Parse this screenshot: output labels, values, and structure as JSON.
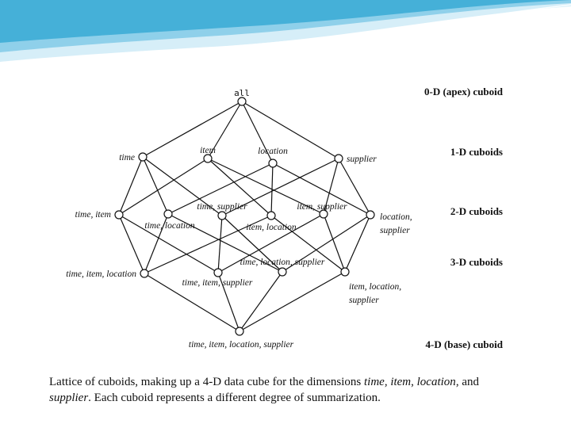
{
  "colors": {
    "header_light": "#cfeaf5",
    "header_mid": "#7fc9e6",
    "header_dark": "#3aa7d0",
    "edge": "#111111"
  },
  "levels": [
    {
      "label": "0-D (apex) cuboid"
    },
    {
      "label": "1-D cuboids"
    },
    {
      "label": "2-D cuboids"
    },
    {
      "label": "3-D cuboids"
    },
    {
      "label": "4-D (base) cuboid"
    }
  ],
  "nodes": {
    "all": "all",
    "time": "time",
    "item": "item",
    "location": "location",
    "supplier": "supplier",
    "time_item": "time, item",
    "time_location": "time, location",
    "time_supplier": "time, supplier",
    "item_location": "item, location",
    "item_supplier": "item, supplier",
    "location_supplier_1": "location,",
    "location_supplier_2": "supplier",
    "time_item_location": "time, item, location",
    "time_location_supplier": "time, location, supplier",
    "time_item_supplier": "time, item, supplier",
    "item_location_supplier_1": "item, location,",
    "item_location_supplier_2": "supplier",
    "base": "time, item, location, supplier"
  },
  "caption": {
    "part1": "Lattice of cuboids, making up a 4-D data cube for the dimensions ",
    "dim1": "time",
    "sep1": ", ",
    "dim2": "item",
    "sep2": ", ",
    "dim3": "location",
    "sep3": ", and",
    "dim4": "supplier",
    "part2": ". Each cuboid represents a different degree of summarization."
  }
}
